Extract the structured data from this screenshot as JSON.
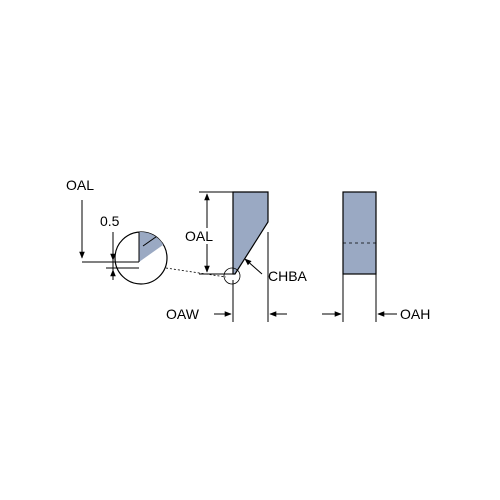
{
  "labels": {
    "oal_detail": "OAL",
    "dim_05": "0.5",
    "oal_side": "OAL",
    "chba": "CHBA",
    "oaw": "OAW",
    "oah": "OAH"
  },
  "colors": {
    "insert_fill": "#9aa9c3",
    "line": "#000000",
    "background": "#ffffff"
  }
}
